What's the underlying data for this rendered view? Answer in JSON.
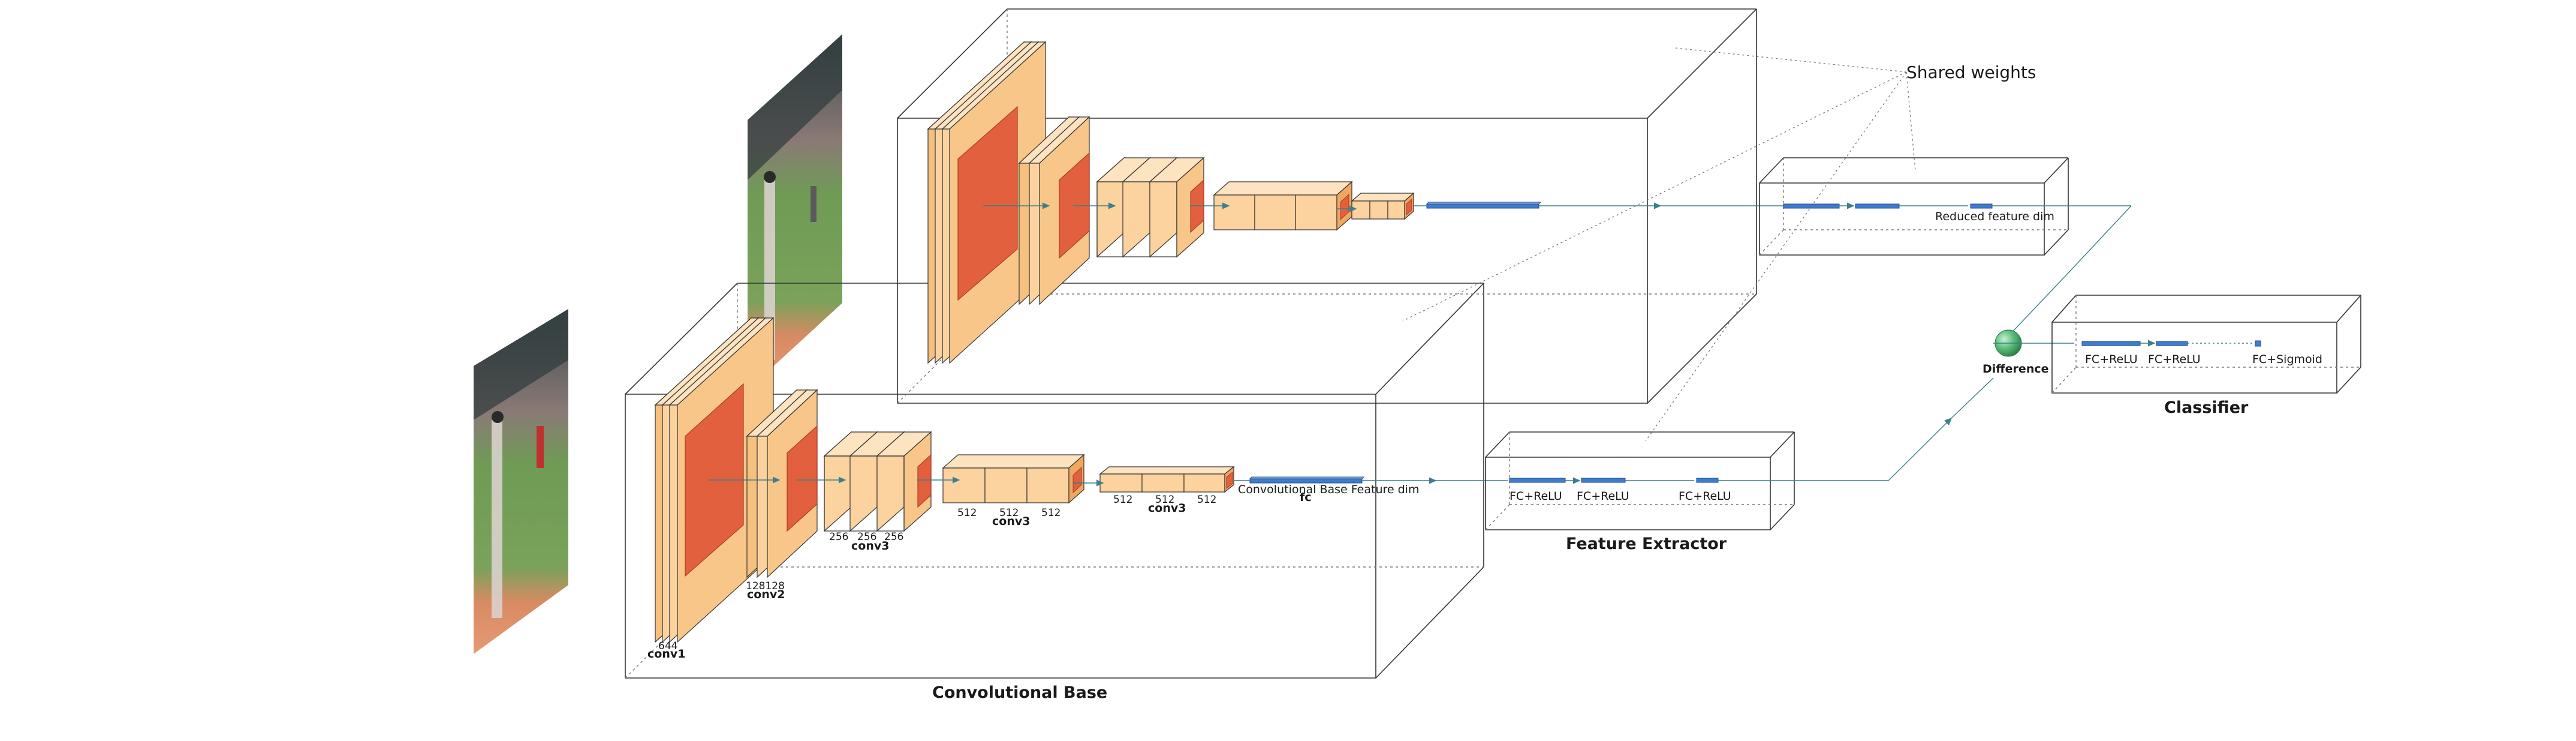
{
  "colors": {
    "conv_block": "#fcd29e",
    "conv_block_dark": "#f0a860",
    "pool_block": "#e2603e",
    "fc_block": "#3f7bcf",
    "box_line": "#333333",
    "dotted_line": "#777777",
    "arrow": "#3b7f8c",
    "difference_node": "#5cbf7a"
  },
  "input_images": [
    {
      "name": "image-left",
      "description_icon": "baseball-photo"
    },
    {
      "name": "image-right",
      "description_icon": "baseball-photo"
    }
  ],
  "lower_branch": {
    "conv1": {
      "filters": "644",
      "name": "conv1"
    },
    "conv2": {
      "filters": "128128",
      "name": "conv2"
    },
    "conv3a": {
      "filters": [
        "256",
        "256",
        "256"
      ],
      "name": "conv3"
    },
    "conv3b": {
      "filters": [
        "512",
        "512",
        "512"
      ],
      "name": "conv3"
    },
    "conv3c": {
      "filters": [
        "512",
        "512",
        "512"
      ],
      "name": "conv3"
    },
    "fc": {
      "caption": "Convolutional Base Feature dim",
      "name": "fc"
    }
  },
  "feature_extractor": {
    "layers": [
      "FC+ReLU",
      "FC+ReLU",
      "FC+ReLU"
    ],
    "title": "Feature Extractor",
    "upper_caption": "Reduced feature dim"
  },
  "shared_weights": "Shared weights",
  "difference": "Difference",
  "classifier": {
    "layers": [
      "FC+ReLU",
      "FC+ReLU",
      "FC+Sigmoid"
    ],
    "title": "Classifier"
  },
  "convolutional_base_title": "Convolutional Base"
}
